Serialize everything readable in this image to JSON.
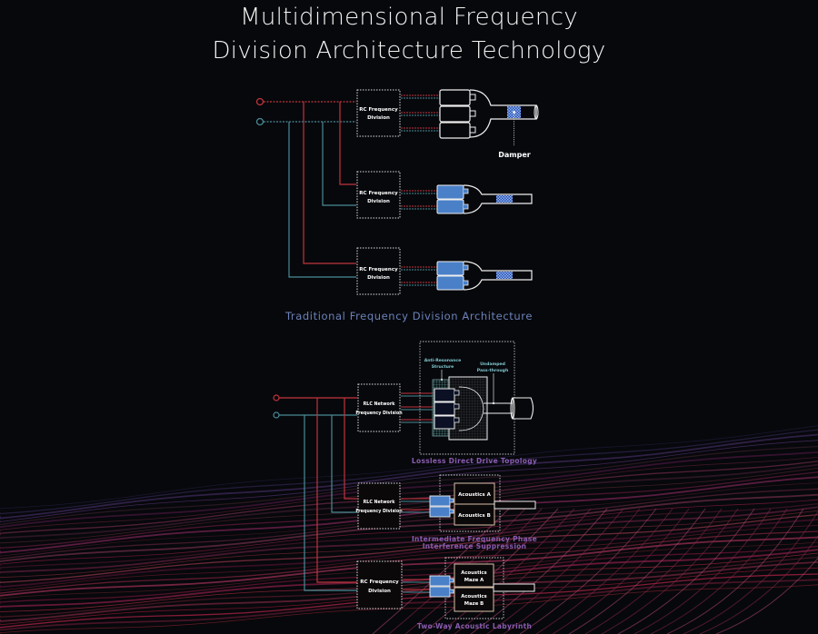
{
  "header": {
    "title_line1": "Multidimensional Frequency",
    "title_line2": "Division Architecture Technology"
  },
  "colors": {
    "background": "#07080c",
    "positive_wire": "#c0343c",
    "negative_wire": "#4a8a96",
    "driver_blue": "#4a80c8",
    "section_caption_blue": "#6b82b8",
    "section_caption_purple": "#8a5cb0",
    "callout_cyan": "#7fc8d0",
    "maze_box": "#d8bfa8"
  },
  "traditional": {
    "caption": "Traditional Frequency Division Architecture",
    "units": [
      {
        "division_label_1": "RC Frequency",
        "division_label_2": "Division",
        "drivers": 3,
        "callout": "Damper"
      },
      {
        "division_label_1": "RC Frequency",
        "division_label_2": "Division",
        "drivers": 2
      },
      {
        "division_label_1": "RC Frequency",
        "division_label_2": "Division",
        "drivers": 2
      }
    ]
  },
  "multidimensional": {
    "units": [
      {
        "division_label_1": "RLC Network",
        "division_label_2": "Frequency Division",
        "callout_left_1": "Anti-Resonance",
        "callout_left_2": "Structure",
        "callout_right_1": "Undamped",
        "callout_right_2": "Pass-through",
        "caption": "Lossless Direct Drive Topology"
      },
      {
        "division_label_1": "RLC Network",
        "division_label_2": "Frequency Division",
        "chamber_a": "Acoustics A",
        "chamber_b": "Acoustics B",
        "caption_1": "Intermediate Frequency Phase",
        "caption_2": "Interference Suppression"
      },
      {
        "division_label_1": "RC Frequency",
        "division_label_2": "Division",
        "maze_a_1": "Acoustics",
        "maze_a_2": "Maze A",
        "maze_b_1": "Acoustics",
        "maze_b_2": "Maze B",
        "caption": "Two-Way Acoustic Labyrinth"
      }
    ]
  }
}
